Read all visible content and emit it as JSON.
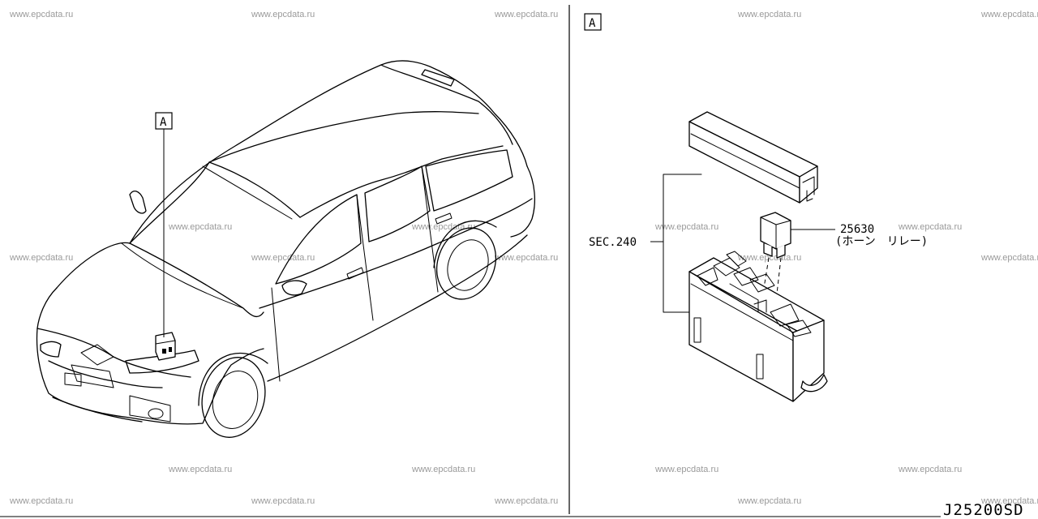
{
  "watermark": "www.epcdata.ru",
  "view_label": "A",
  "detail_label": "A",
  "parts": [
    {
      "number": "25630",
      "name": "(ホーン　リレー)"
    }
  ],
  "section_ref": "SEC.240",
  "drawing_code": "J25200SD"
}
